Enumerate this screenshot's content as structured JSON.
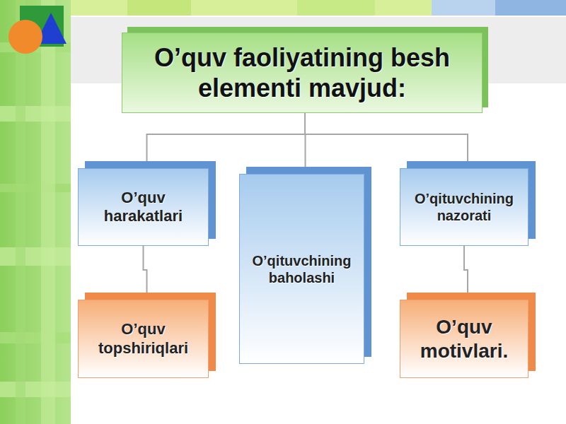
{
  "diagram": {
    "nodes": [
      {
        "text": [
          "O’quv faoliyatining besh elementi mavjud:"
        ]
      },
      {
        "text": [
          "O’quv harakatlari"
        ]
      },
      {
        "text": [
          "O’qituvchining baholashi"
        ]
      },
      {
        "text": [
          "O’qituvchining nazorati"
        ]
      },
      {
        "text": [
          "O’quv topshiriqlari"
        ]
      },
      {
        "text": [
          "O’quv motivlari."
        ]
      }
    ],
    "edges": [
      {
        "from": 0,
        "to": 1,
        "arrow": "none"
      },
      {
        "from": 0,
        "to": 2,
        "arrow": "none"
      },
      {
        "from": 0,
        "to": 3,
        "arrow": "none"
      },
      {
        "from": 1,
        "to": 4,
        "arrow": "none"
      },
      {
        "from": 3,
        "to": 5,
        "arrow": "none"
      }
    ]
  }
}
